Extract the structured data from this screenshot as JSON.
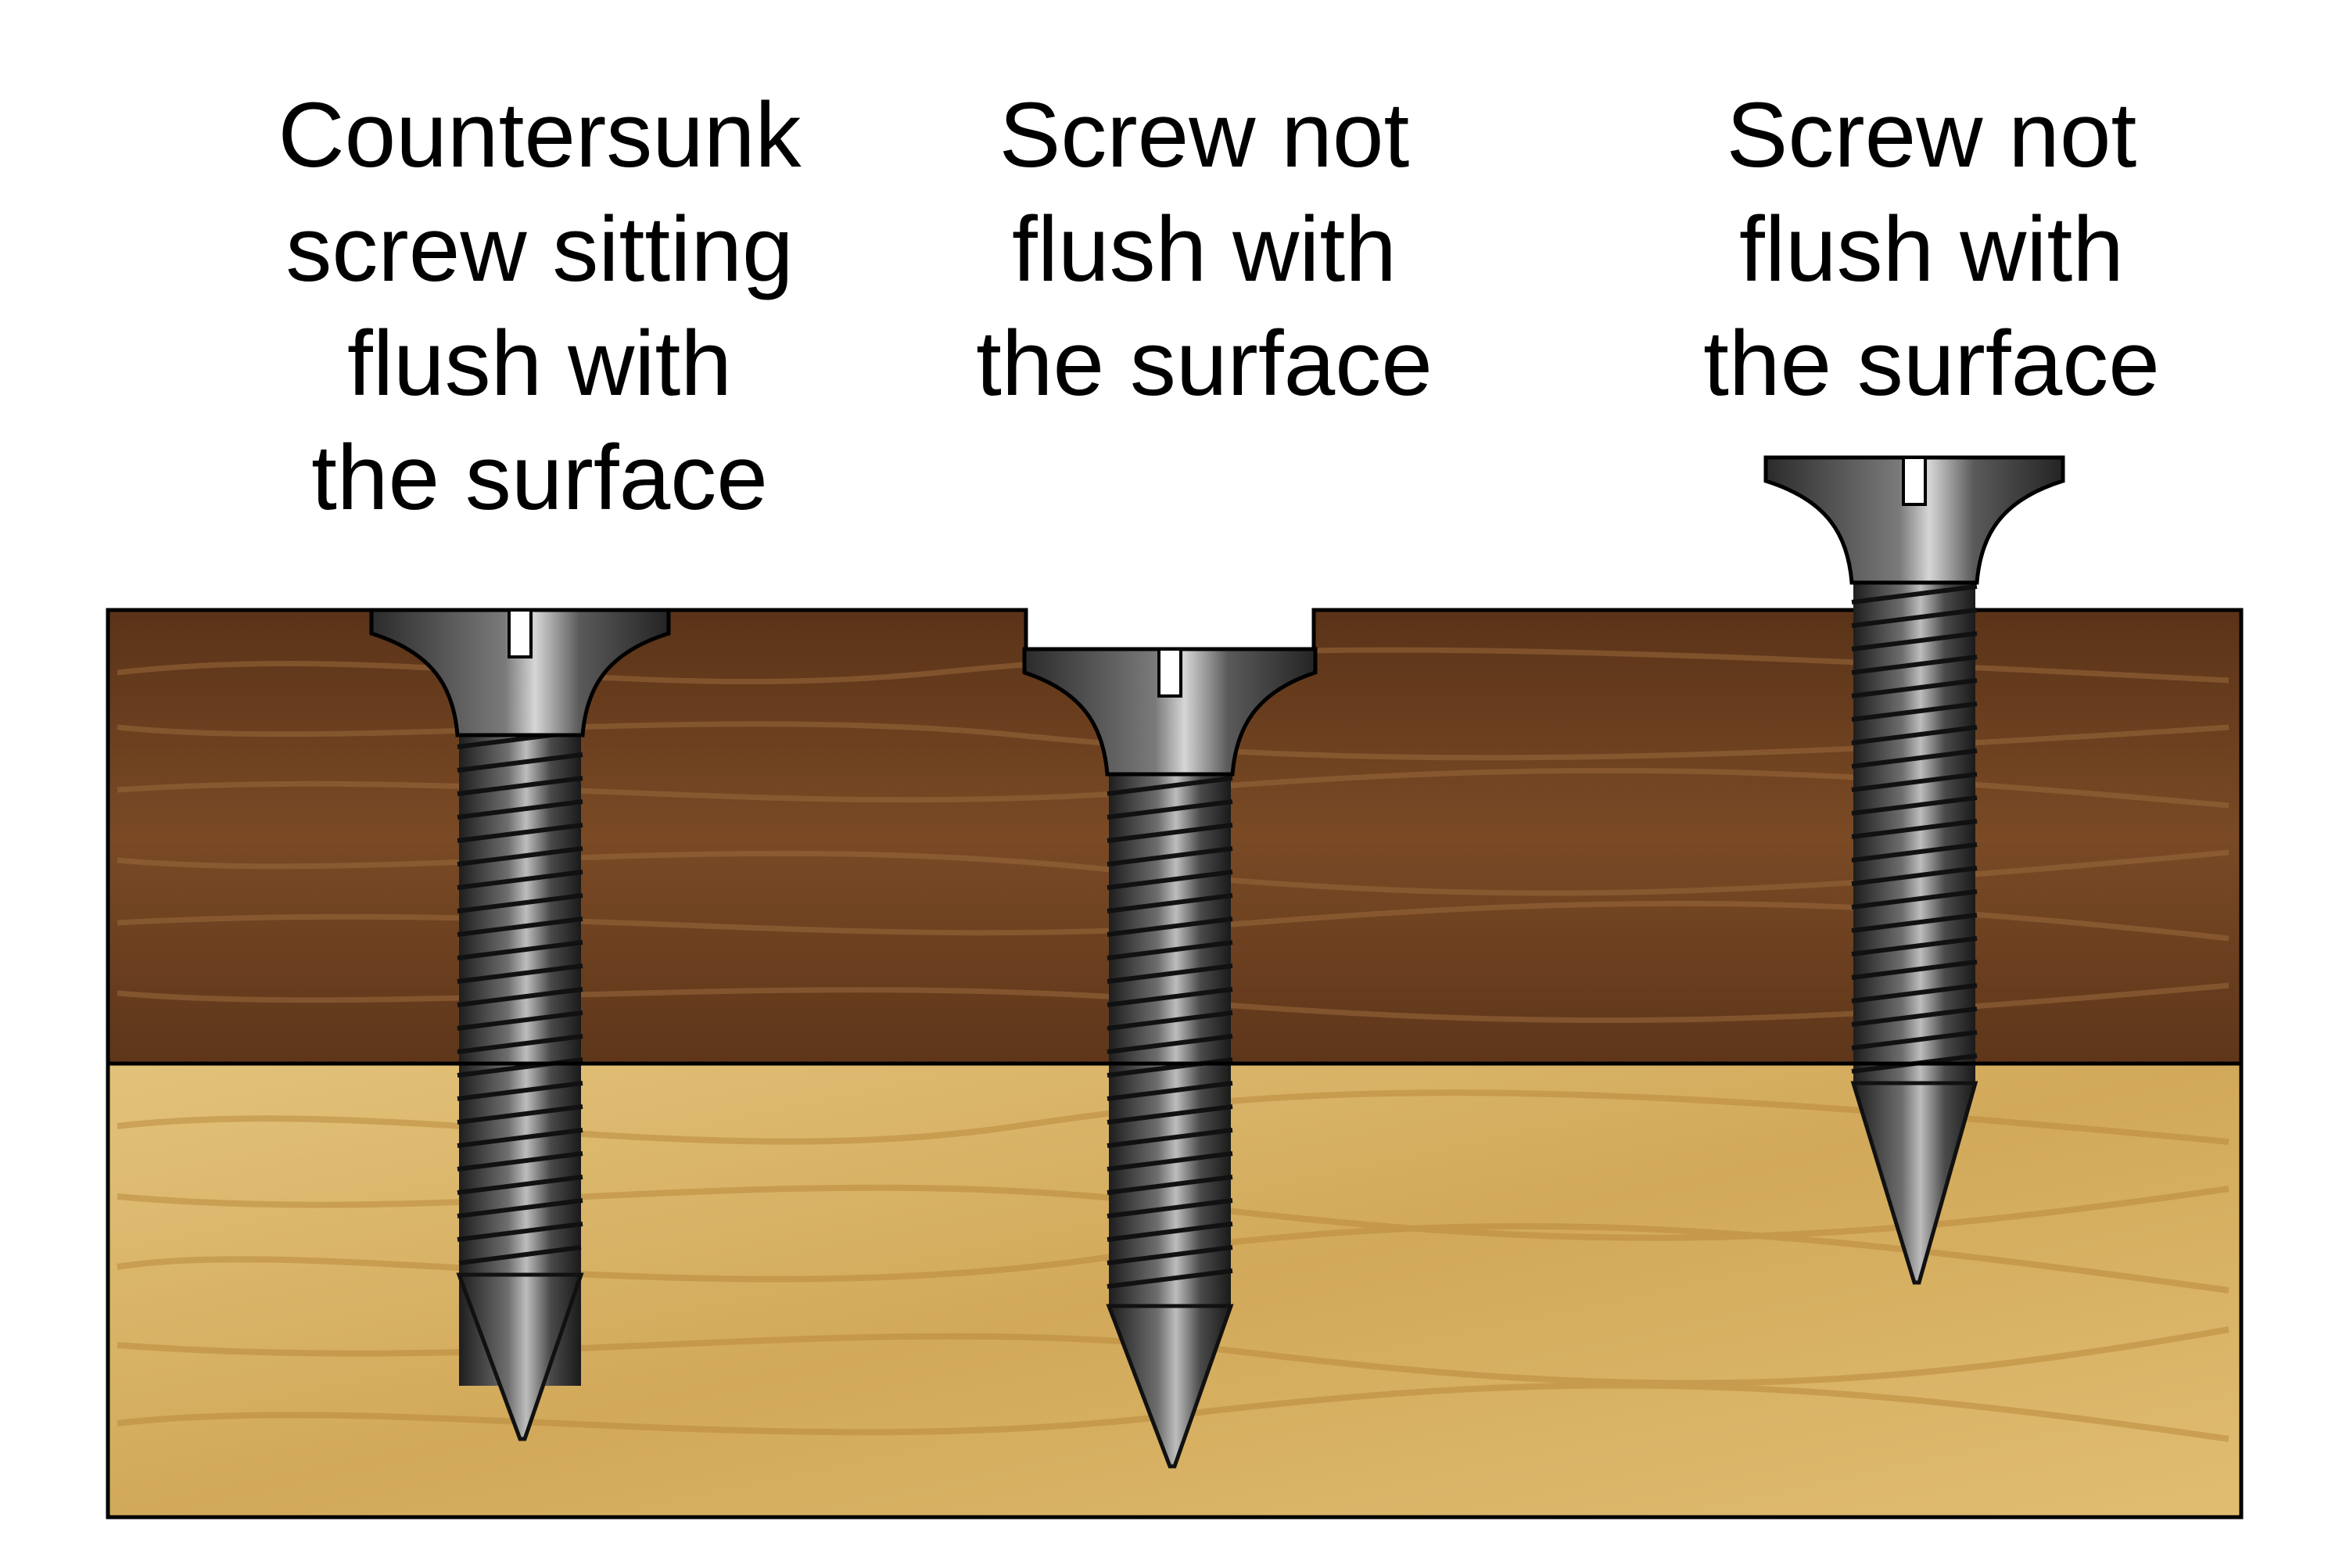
{
  "captions": [
    {
      "lines": [
        "Countersunk",
        "screw sitting",
        "flush with",
        "the surface"
      ]
    },
    {
      "lines": [
        "Screw not",
        "flush with",
        "the surface"
      ]
    },
    {
      "lines": [
        "Screw not",
        "flush with",
        "the surface"
      ]
    }
  ],
  "colors": {
    "background": "#ffffff",
    "dark_wood": "#6b3f1f",
    "dark_wood_grain": "#8a5a30",
    "light_wood": "#d8b56a",
    "light_wood_grain": "#c79a45",
    "outline": "#000000",
    "screw_metal": "#3a3a3a",
    "screw_highlight": "#b8b8b8"
  },
  "icons": [
    "wood-board-dark",
    "wood-board-light",
    "countersunk-screw-icon"
  ]
}
